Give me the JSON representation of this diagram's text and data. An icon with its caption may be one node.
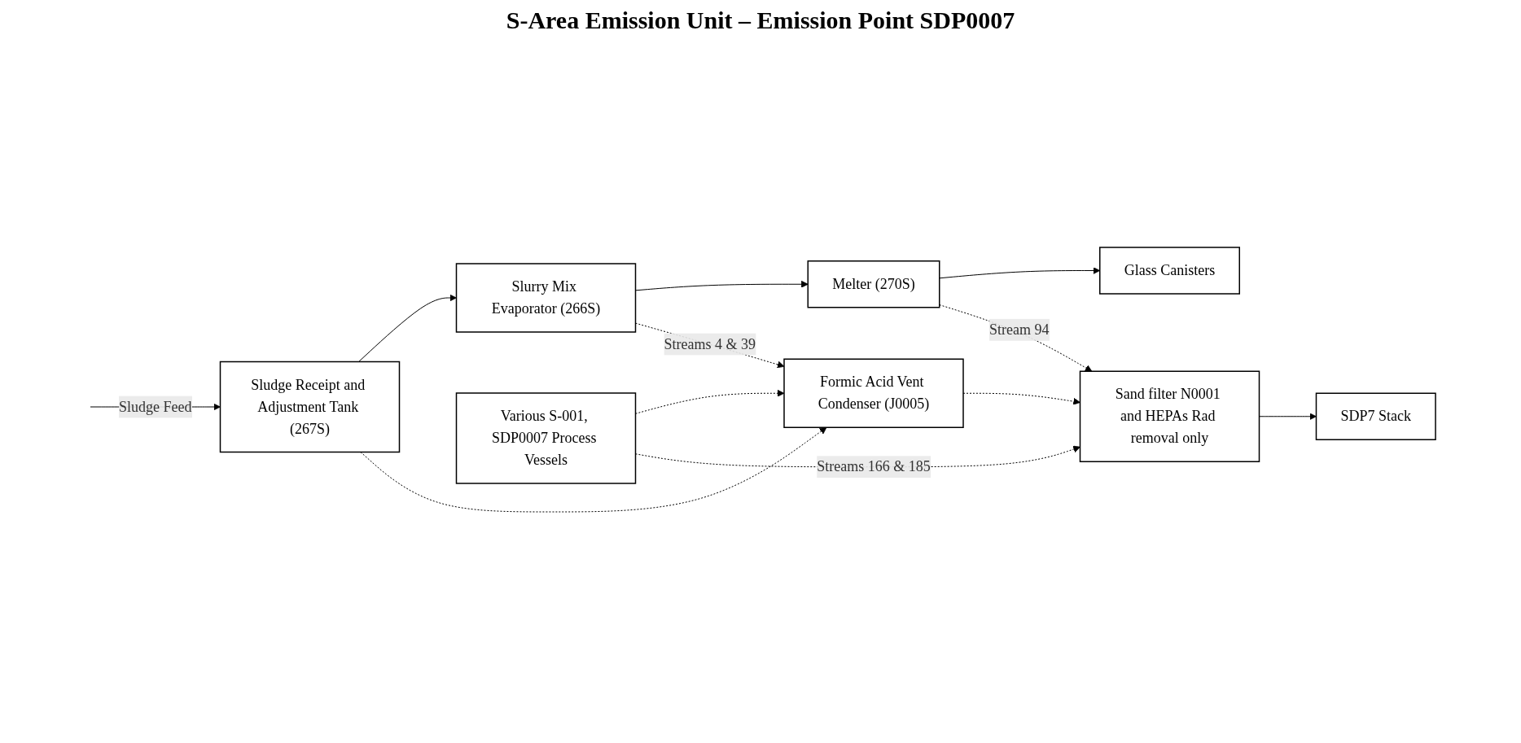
{
  "diagram": {
    "title": "S-Area Emission Unit – Emission Point SDP0007",
    "nodes": [
      {
        "text": [
          "Sludge Receipt and Adjustment Tank (267S)"
        ]
      },
      {
        "text": [
          "Slurry Mix Evaporator (266S)"
        ]
      },
      {
        "text": [
          "Formic Acid Vent Condenser (J0005)"
        ]
      },
      {
        "text": [
          "Melter (270S)"
        ]
      },
      {
        "text": [
          "Glass Canisters"
        ]
      },
      {
        "text": [
          "Sand filter N0001 and HEPAs Rad removal only"
        ]
      },
      {
        "text": [
          "SDP7 Stack"
        ]
      },
      {
        "text": [
          "Various S-001, SDP0007 Process Vessels"
        ]
      }
    ],
    "edges": [
      {
        "from": null,
        "to": 0,
        "arrow": "to",
        "label": "Sludge Feed"
      },
      {
        "from": 0,
        "to": 1,
        "arrow": "to"
      },
      {
        "from": 1,
        "to": 3,
        "arrow": "to"
      },
      {
        "from": 3,
        "to": 4,
        "arrow": "to"
      },
      {
        "from": 0,
        "to": 2,
        "arrow": "to",
        "style": "dashed"
      },
      {
        "from": 7,
        "to": 2,
        "arrow": "to",
        "style": "dashed"
      },
      {
        "from": 1,
        "to": 2,
        "arrow": "to",
        "style": "dashed",
        "label": "Streams 4 & 39"
      },
      {
        "from": 2,
        "to": 5,
        "arrow": "to",
        "style": "dashed"
      },
      {
        "from": 3,
        "to": 5,
        "arrow": "to",
        "style": "dashed",
        "label": "Stream 94"
      },
      {
        "from": 7,
        "to": 5,
        "arrow": "to",
        "style": "dashed",
        "label": "Streams 166 & 185"
      },
      {
        "from": 5,
        "to": 6,
        "arrow": "to"
      }
    ]
  }
}
